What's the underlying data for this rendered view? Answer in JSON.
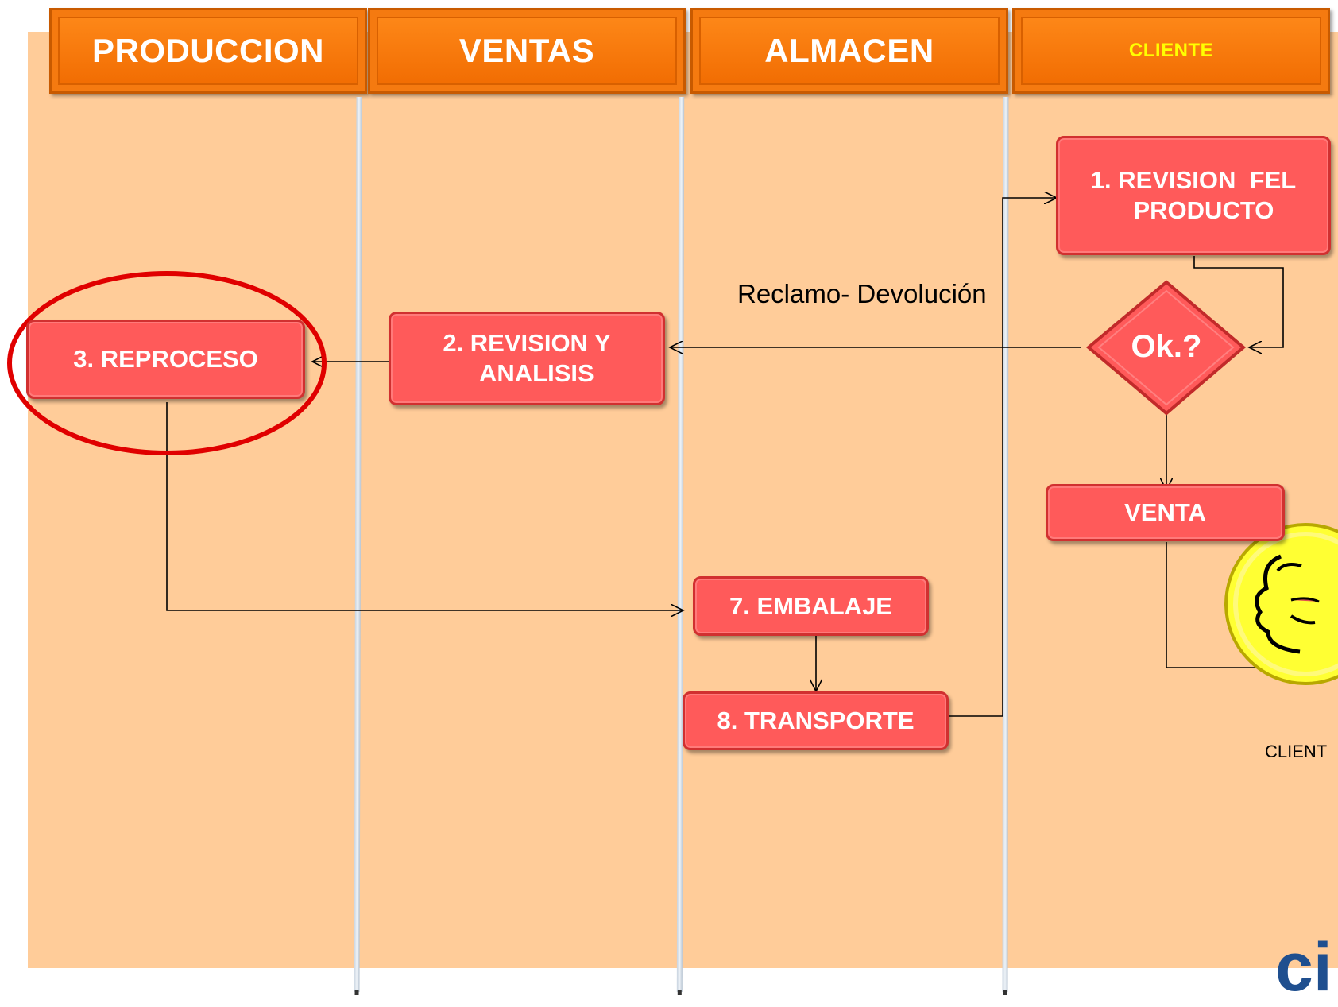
{
  "lanes": {
    "produccion": "PRODUCCION",
    "ventas": "VENTAS",
    "almacen": "ALMACEN",
    "cliente": "CLIENTE"
  },
  "steps": {
    "revision_producto": "1. REVISION  FEL\n   PRODUCTO",
    "revision_analisis": "2. REVISION Y\n   ANALISIS",
    "reproceso": "3. REPROCESO",
    "decision": "Ok.?",
    "venta": "VENTA",
    "embalaje": "7. EMBALAJE",
    "transporte": "8. TRANSPORTE"
  },
  "edge_label": "Reclamo- Devolución",
  "client_caption": "CLIENT",
  "logo_fragment": "ci",
  "colors": {
    "lane_header": "#F57A10",
    "background": "#FFCC99",
    "box_fill": "#FF5A5A",
    "highlight_circle": "#E00000",
    "client_icon": "#FFFF33"
  }
}
